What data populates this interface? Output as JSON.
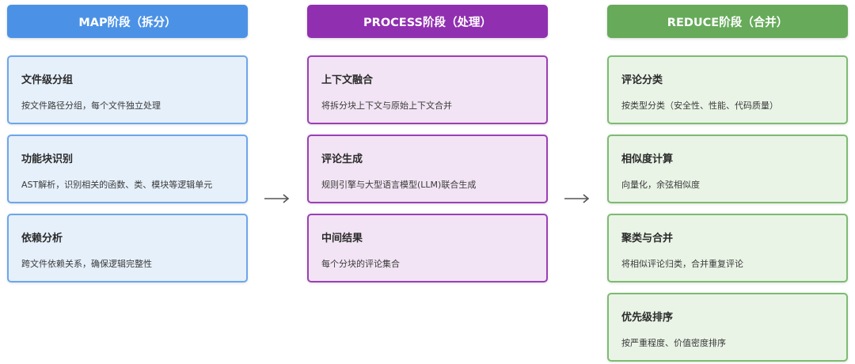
{
  "columns": {
    "map": {
      "header": "MAP阶段（拆分）",
      "cards": [
        {
          "title": "文件级分组",
          "desc": "按文件路径分组，每个文件独立处理"
        },
        {
          "title": "功能块识别",
          "desc": "AST解析，识别相关的函数、类、模块等逻辑单元"
        },
        {
          "title": "依赖分析",
          "desc": "跨文件依赖关系，确保逻辑完整性"
        }
      ]
    },
    "process": {
      "header": "PROCESS阶段（处理）",
      "cards": [
        {
          "title": "上下文融合",
          "desc": "将拆分块上下文与原始上下文合并"
        },
        {
          "title": "评论生成",
          "desc": "规则引擎与大型语言模型(LLM)联合生成"
        },
        {
          "title": "中间结果",
          "desc": "每个分块的评论集合"
        }
      ]
    },
    "reduce": {
      "header": "REDUCE阶段（合并）",
      "cards": [
        {
          "title": "评论分类",
          "desc": "按类型分类（安全性、性能、代码质量）"
        },
        {
          "title": "相似度计算",
          "desc": "向量化，余弦相似度"
        },
        {
          "title": "聚类与合并",
          "desc": "将相似评论归类，合并重复评论"
        },
        {
          "title": "优先级排序",
          "desc": "按严重程度、价值密度排序"
        }
      ]
    }
  },
  "colors": {
    "map_header": "#4b92e6",
    "process_header": "#912fb1",
    "reduce_header": "#66aa5a",
    "arrow": "#555555"
  }
}
